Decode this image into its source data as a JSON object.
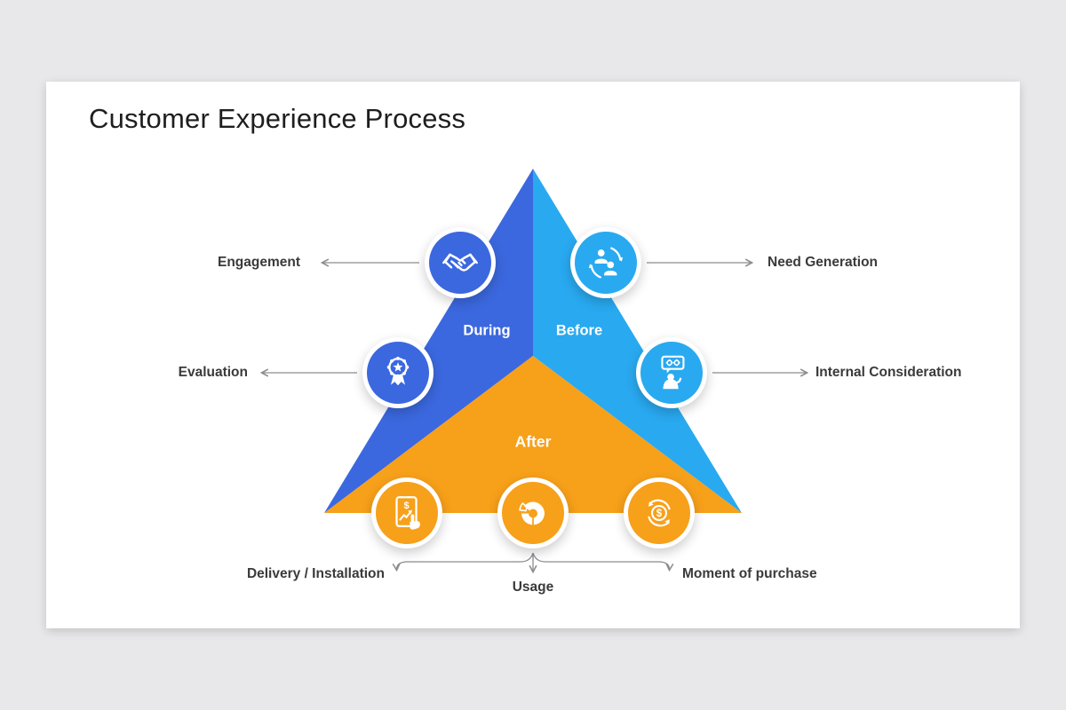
{
  "page": {
    "title": "Customer Experience Process"
  },
  "triangle": {
    "during": {
      "label": "During",
      "color": "#3B68DF"
    },
    "before": {
      "label": "Before",
      "color": "#29A9F0"
    },
    "after": {
      "label": "After",
      "color": "#F7A01A"
    }
  },
  "stages": {
    "engagement": {
      "label": "Engagement",
      "icon": "handshake-icon",
      "section": "during"
    },
    "need_generation": {
      "label": "Need Generation",
      "icon": "people-exchange-icon",
      "section": "before"
    },
    "evaluation": {
      "label": "Evaluation",
      "icon": "award-ribbon-icon",
      "section": "during"
    },
    "internal_consideration": {
      "label": "Internal Consideration",
      "icon": "chat-gears-person-icon",
      "section": "before"
    },
    "delivery_installation": {
      "label": "Delivery / Installation",
      "icon": "tablet-chart-hand-icon",
      "section": "after"
    },
    "usage": {
      "label": "Usage",
      "icon": "donut-chart-icon",
      "section": "after"
    },
    "moment_of_purchase": {
      "label": "Moment of purchase",
      "icon": "dollar-cycle-icon",
      "section": "after"
    }
  },
  "colors": {
    "during": "#3B68DF",
    "before": "#29A9F0",
    "after": "#F7A01A",
    "arrow": "#8C8C8C",
    "label": "#3A3A3A",
    "title": "#1E1E1E",
    "card": "#FFFFFF",
    "background": "#E8E8EA"
  }
}
